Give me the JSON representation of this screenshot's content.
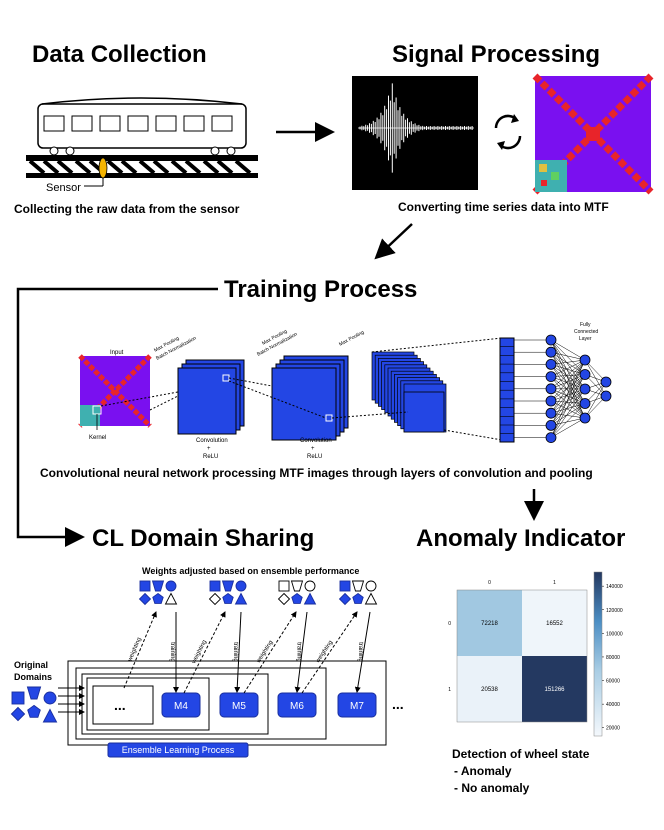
{
  "sections": {
    "data_collection": {
      "title": "Data Collection",
      "sensor_label": "Sensor",
      "caption": "Collecting the raw data from the sensor"
    },
    "signal_processing": {
      "title": "Signal Processing",
      "caption": "Converting time series data into MTF"
    },
    "training": {
      "title": "Training Process",
      "input_label": "Input",
      "kernel_label": "Kernel",
      "pool_norm_label_1": "Max Pooling",
      "pool_norm_label_2": "Batch Normalization",
      "pool_norm_label_3": "Max Pooling",
      "pool_norm_label_4": "Batch Normalization",
      "pool_label": "Max Pooling",
      "conv_label_a_1": "Convolution",
      "conv_label_a_2": "+",
      "conv_label_a_3": "ReLU",
      "conv_label_b_1": "Convolution",
      "conv_label_b_2": "+",
      "conv_label_b_3": "ReLU",
      "fc_label_1": "Fully",
      "fc_label_2": "Connected",
      "fc_label_3": "Layer",
      "caption": "Convolutional neural network processing MTF images through layers of convolution and pooling"
    },
    "cl": {
      "title": "CL Domain Sharing",
      "weights_caption": "Weights adjusted based on ensemble performance",
      "original_domains_1": "Original",
      "original_domains_2": "Domains",
      "weighting_label": "weighting",
      "training_label": "training",
      "ensemble_label": "Ensemble Learning Process",
      "ellipsis_inner": "...",
      "ellipsis_outer": "...",
      "models": [
        "M4",
        "M5",
        "M6",
        "M7"
      ]
    },
    "anomaly": {
      "title": "Anomaly Indicator",
      "col_ticks": [
        "0",
        "1"
      ],
      "row_ticks": [
        "0",
        "1"
      ],
      "cells": [
        "72218",
        "16552",
        "20538",
        "151266"
      ],
      "colorbar_ticks": [
        "140000",
        "120000",
        "100000",
        "80000",
        "60000",
        "40000",
        "20000"
      ],
      "caption": "Detection of wheel state",
      "states": [
        "- Anomaly",
        "- No anomaly"
      ]
    }
  },
  "chart_data": {
    "type": "heatmap",
    "title": "",
    "x": [
      "0",
      "1"
    ],
    "y": [
      "0",
      "1"
    ],
    "values": [
      [
        72218,
        16552
      ],
      [
        20538,
        151266
      ]
    ],
    "colorbar_range": [
      13000,
      152000
    ]
  },
  "colors": {
    "mtf_background": "#7a10f0",
    "mtf_diagonal": "#e8242a",
    "cnn_blue": "#2346e4",
    "heat_low": "#f2f6fb",
    "heat_mid": "#7fb4d8",
    "heat_high": "#24345a",
    "model_fill": "#2346e4",
    "dark_blue_shape": "#2346e4"
  }
}
